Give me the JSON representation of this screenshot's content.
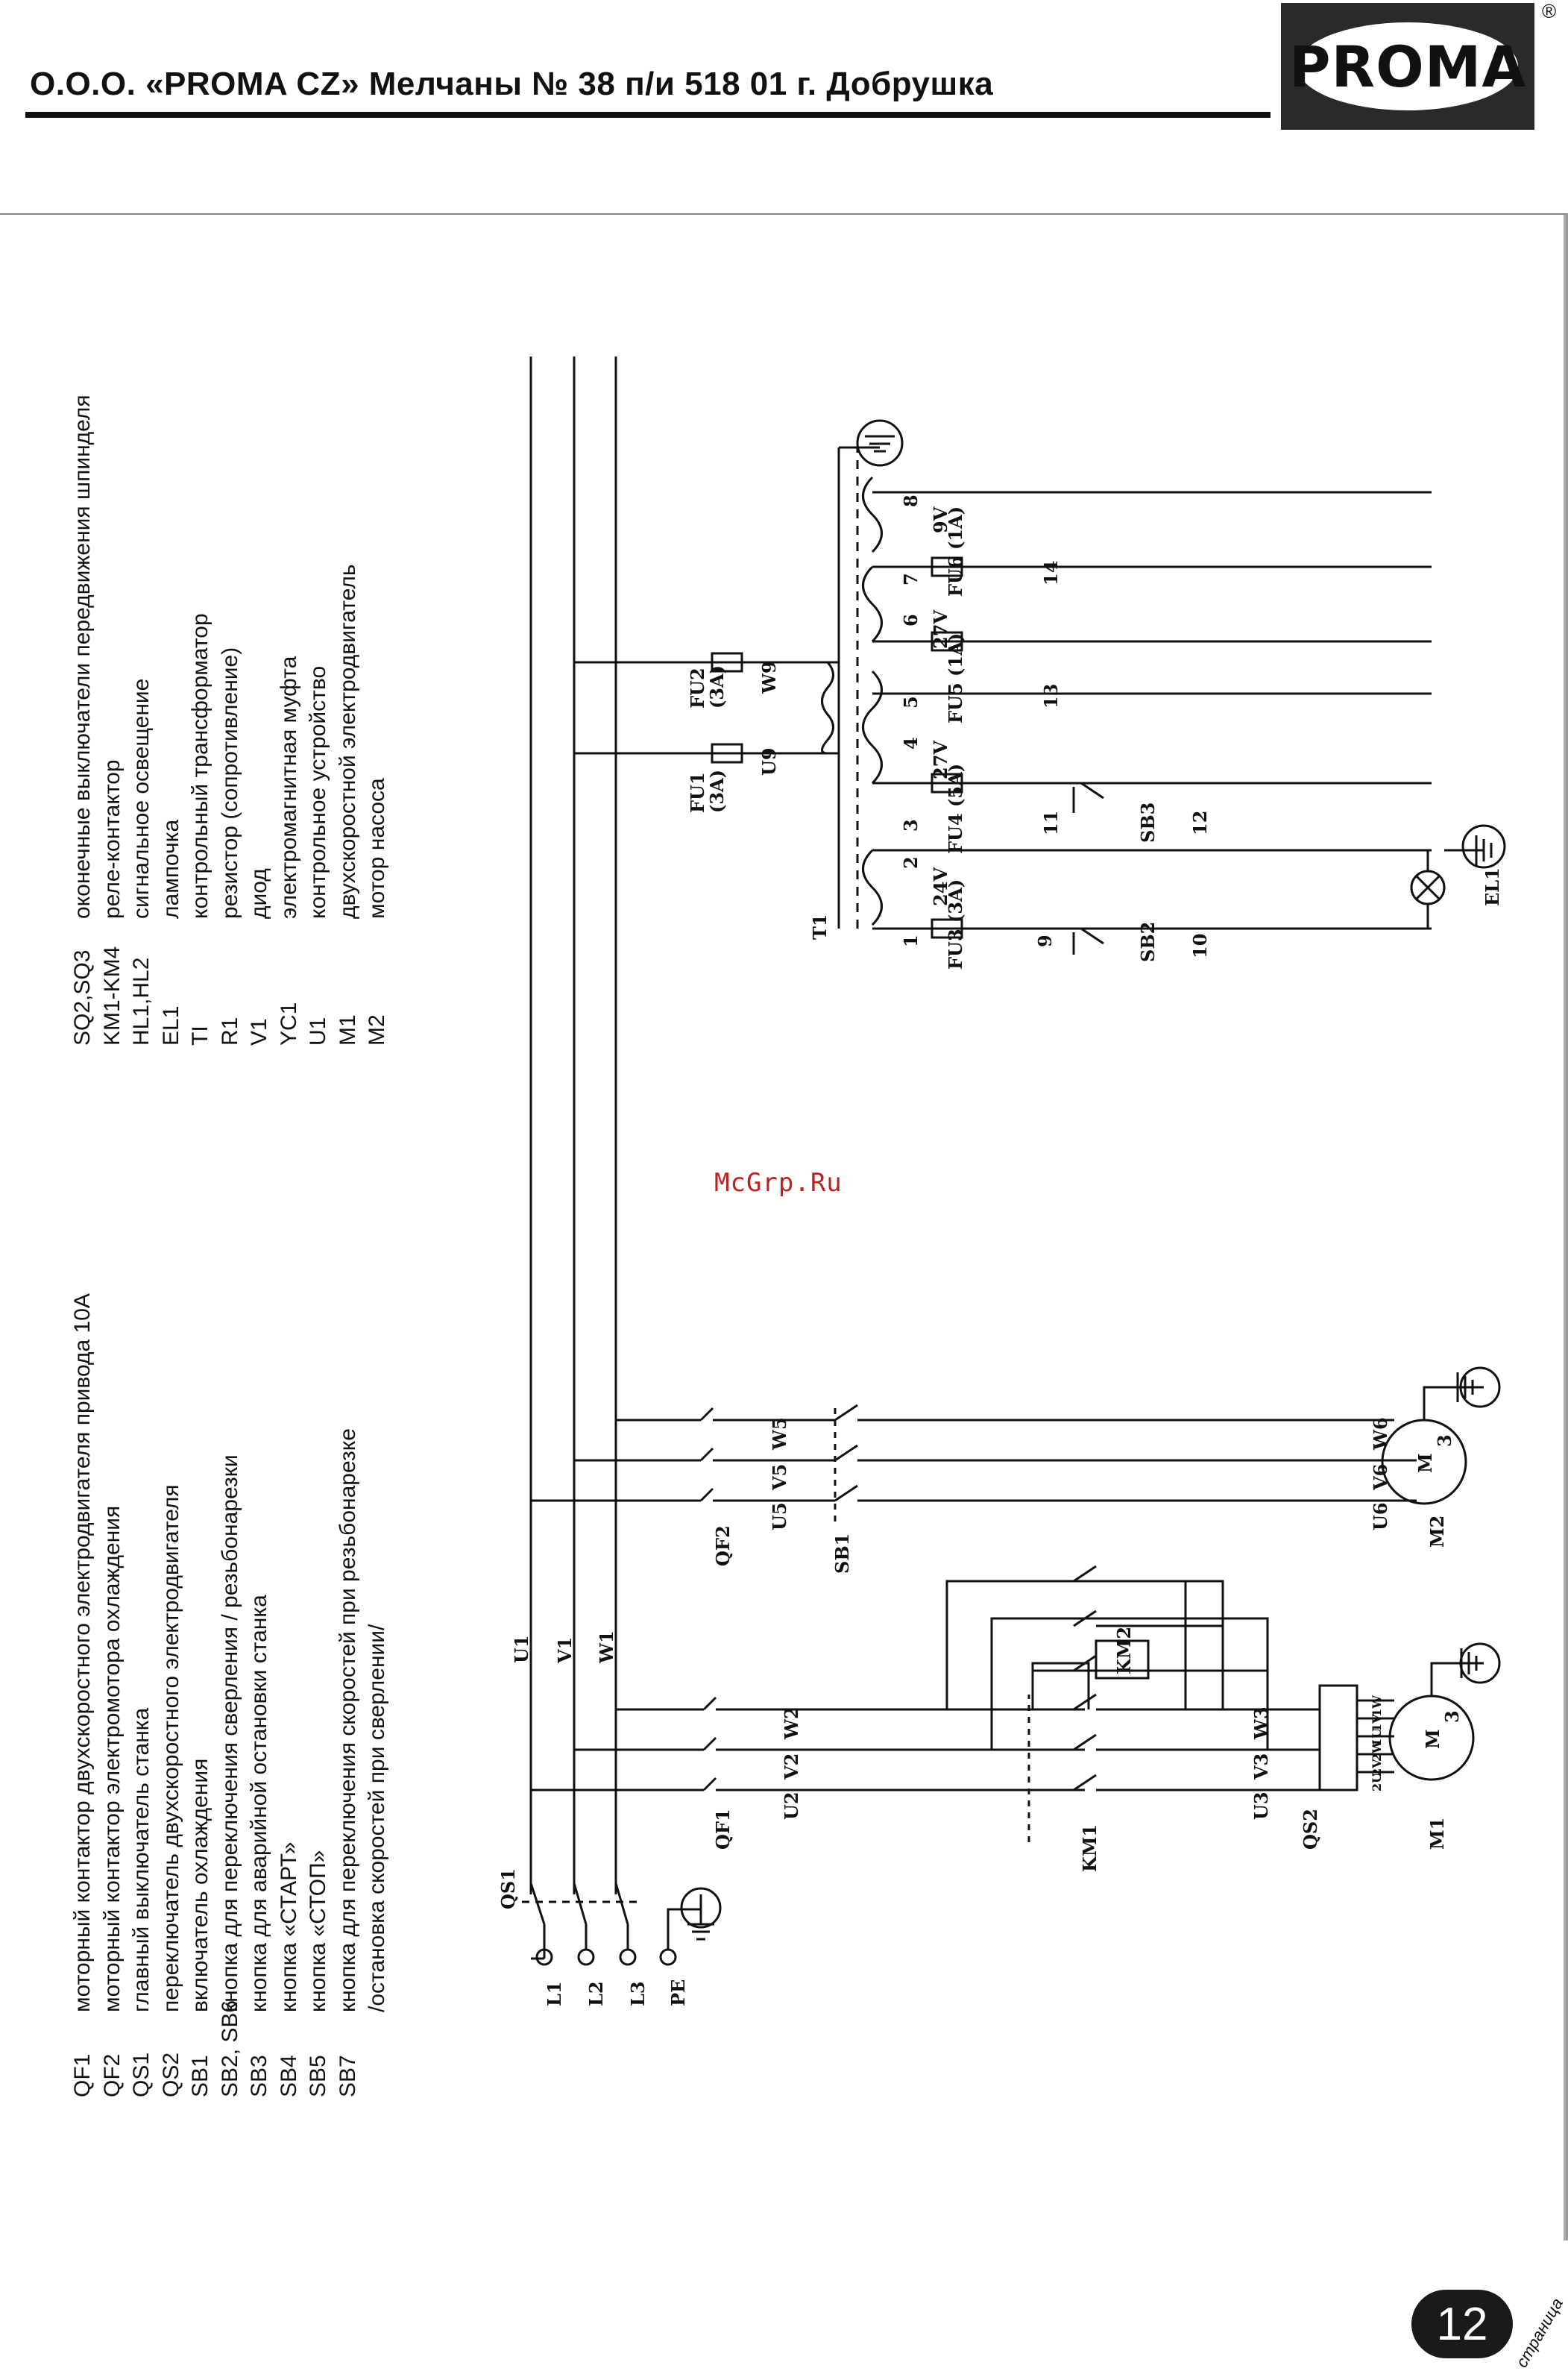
{
  "header": {
    "title": "О.О.О. «PROMA CZ» Мелчаны № 38 п/и 518 01 г. Добрушка",
    "logo_text": "PROMA",
    "registered_mark": "®"
  },
  "legend_left": [
    {
      "code": "QF1",
      "desc": "моторный контактор двухскоростного электродвигателя привода 10А"
    },
    {
      "code": "QF2",
      "desc": "моторный контактор электромотора охлаждения"
    },
    {
      "code": "QS1",
      "desc": "главный выключатель станка"
    },
    {
      "code": "QS2",
      "desc": "переключатель двухскоростного электродвигателя"
    },
    {
      "code": "SB1",
      "desc": "включатель охлаждения"
    },
    {
      "code": "SB2, SB6",
      "desc": "кнопка для переключения сверления / резьбонарезки"
    },
    {
      "code": "SB3",
      "desc": "кнопка для аварийной остановки станка"
    },
    {
      "code": "SB4",
      "desc": "кнопка «СТАРТ»"
    },
    {
      "code": "SB5",
      "desc": "кнопка «СТОП»"
    },
    {
      "code": "SB7",
      "desc": "кнопка для переключения скоростей при резьбонарезке"
    },
    {
      "code": "",
      "desc": "/остановка скоростей при сверлении/"
    }
  ],
  "legend_right": [
    {
      "code": "SQ2,SQ3",
      "desc": "оконечные выключатели передвижения шпинделя"
    },
    {
      "code": "KM1-KM4",
      "desc": "реле-контактор"
    },
    {
      "code": "HL1,HL2",
      "desc": "сигнальное освещение"
    },
    {
      "code": "EL1",
      "desc": "лампочка"
    },
    {
      "code": "TI",
      "desc": "контрольный трансформатор"
    },
    {
      "code": "R1",
      "desc": "резистор (сопротивление)"
    },
    {
      "code": "V1",
      "desc": "диод"
    },
    {
      "code": "YC1",
      "desc": "электромагнитная муфта"
    },
    {
      "code": "U1",
      "desc": "контрольное устройство"
    },
    {
      "code": "M1",
      "desc": "двухскоростной электродвигатель"
    },
    {
      "code": "M2",
      "desc": "мотор насоса"
    }
  ],
  "schematic_labels": {
    "l1": "L1",
    "l2": "L2",
    "l3": "L3",
    "pe": "PE",
    "qs1": "QS1",
    "qf1": "QF1",
    "qf2": "QF2",
    "km1": "KM1",
    "km2": "KM2",
    "qs2": "QS2",
    "m1": "M1",
    "m2": "M2",
    "sb1": "SB1",
    "sb2": "SB2",
    "sb3": "SB3",
    "u1": "U1",
    "v1": "V1",
    "w1": "W1",
    "u2": "U2",
    "v2": "V2",
    "w2": "W2",
    "u3": "U3",
    "v3": "V3",
    "w3": "W3",
    "u5": "U5",
    "v5": "V5",
    "w5": "W5",
    "u6": "U6",
    "v6": "V6",
    "w6": "W6",
    "u9": "U9",
    "w9": "W9",
    "fu1": "FU1",
    "fu1_rating": "(3A)",
    "fu2": "FU2",
    "fu2_rating": "(3A)",
    "fu3": "FU3 (3A)",
    "fu4": "FU4 (5A)",
    "fu5": "FU5 (1A)",
    "fu6": "FU6 (1A)",
    "v24": "24V",
    "v27a": "27V",
    "v27b": "27V",
    "v9": "9V",
    "t1": "T1",
    "el1": "EL1",
    "n1": "1",
    "n2": "2",
    "n3": "3",
    "n4": "4",
    "n5": "5",
    "n6": "6",
    "n7": "7",
    "n8": "8",
    "n9": "9",
    "n10": "10",
    "n11": "11",
    "n12": "12",
    "n13": "13",
    "n14": "14",
    "motor_m": "M",
    "motor_3": "3",
    "m1_pins": [
      "1W",
      "1V",
      "1U",
      "2W",
      "2V",
      "2U"
    ]
  },
  "watermark": "McGrp.Ru",
  "page": {
    "number": "12",
    "label": "страница"
  }
}
